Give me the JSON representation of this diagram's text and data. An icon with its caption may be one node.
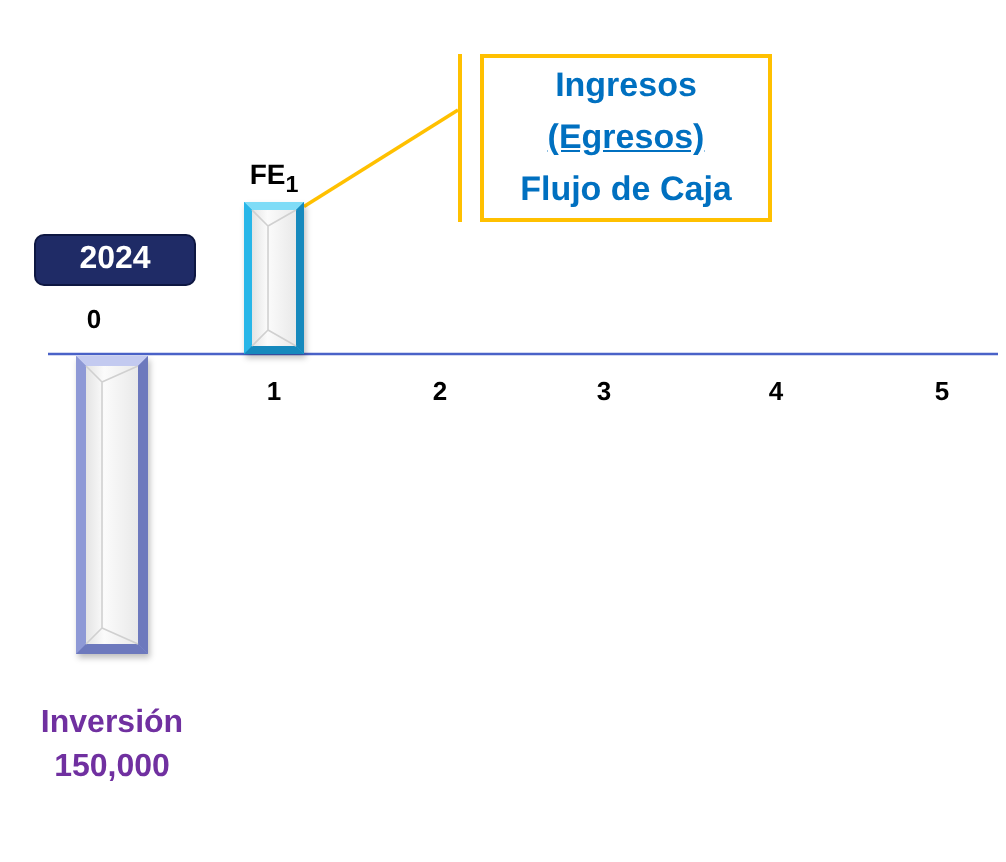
{
  "diagram": {
    "nodes": [
      {
        "text": [
          "Ingresos",
          "(Egresos)",
          "Flujo de Caja"
        ]
      },
      {
        "text": [],
        "shape": "bar",
        "beside": [
          "FE$_{1}$"
        ]
      },
      {
        "text": [
          "2024"
        ]
      },
      {
        "text": [],
        "shape": "bar",
        "beside": [
          "Inversión 150,000"
        ]
      }
    ],
    "edges": [
      {
        "from": 0,
        "to": 1,
        "arrow": "none"
      }
    ],
    "labels": [
      "0",
      "1",
      "2",
      "3",
      "4",
      "5"
    ]
  }
}
